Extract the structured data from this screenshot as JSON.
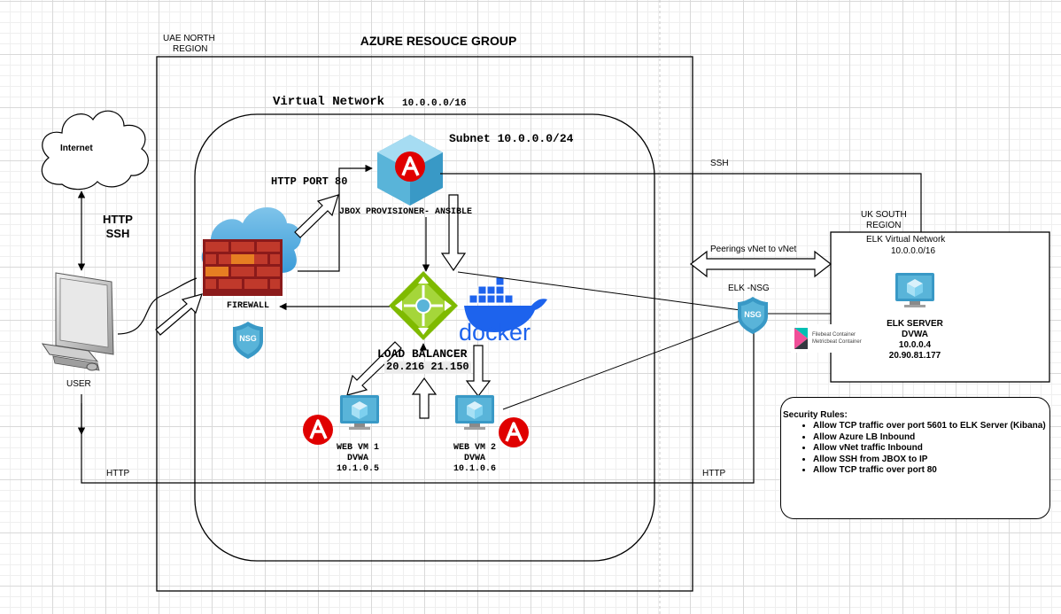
{
  "title": "AZURE RESOUCE GROUP",
  "regions": {
    "left": [
      "UAE NORTH",
      "REGION"
    ],
    "right": [
      "UK SOUTH",
      "REGION"
    ]
  },
  "vnet": {
    "title": "Virtual Network",
    "cidr": "10.0.0.0/16"
  },
  "subnet": "Subnet 10.0.0.0/24",
  "internet": "Internet",
  "user": "USER",
  "http_ssh": [
    "HTTP",
    "SSH"
  ],
  "http_port": "HTTP PORT 80",
  "jbox": "JBOX PROVISIONER- ANSIBLE",
  "firewall": "FIREWALL",
  "nsg": "NSG",
  "elk_nsg": "ELK -NSG",
  "load_balancer": {
    "label": "LOAD BALANCER",
    "ip": "20.216 21.150"
  },
  "docker": "docker",
  "web_vm1": [
    "WEB VM 1",
    "DVWA",
    "10.1.0.5"
  ],
  "web_vm2": [
    "WEB VM 2",
    "DVWA",
    "10.1.0.6"
  ],
  "peering": "Peerings vNet to vNet",
  "ssh": "SSH",
  "http": "HTTP",
  "elk_vnet": {
    "title": "ELK Virtual  Network",
    "cidr": "10.0.0.0/16"
  },
  "elk_server": [
    "ELK SERVER",
    "DVWA",
    "10.0.0.4",
    "20.90.81.177"
  ],
  "beats": [
    "Filebeat Container",
    "Metricbeat Container"
  ],
  "security": {
    "title": "Security Rules:",
    "rules": [
      "Allow TCP traffic over port 5601 to ELK Server (Kibana)",
      "Allow Azure LB Inbound",
      "Allow vNet traffic Inbound",
      "Allow SSH from JBOX to IP",
      "Allow TCP traffic over port 80"
    ]
  },
  "colors": {
    "azure": "#59b4d9",
    "azure_dark": "#3999c6",
    "ansible": "#e00000",
    "firewall": "#a52a2a",
    "lb": "#7fba00",
    "docker": "#1d63ed"
  },
  "icons": [
    "cloud-icon",
    "computer-icon",
    "firewall-icon",
    "shield-icon",
    "ansible-icon",
    "vm-icon",
    "load-balancer-icon",
    "docker-icon"
  ]
}
